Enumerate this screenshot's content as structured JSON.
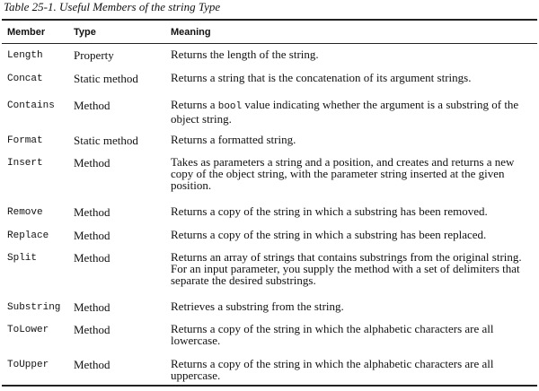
{
  "caption": "Table 25-1. Useful Members of the string Type",
  "headers": [
    "Member",
    "Type",
    "Meaning"
  ],
  "rows": [
    {
      "member": "Length",
      "type": "Property",
      "meaning": "Returns the length of the string."
    },
    {
      "member": "Concat",
      "type": "Static method",
      "meaning": "Returns a string that is the concatenation of its argument strings."
    },
    {
      "member": "Contains",
      "type": "Method",
      "meaning_pre": "Returns a ",
      "meaning_code": "bool",
      "meaning_post": " value indicating whether the argument is a substring of the object string."
    },
    {
      "member": "Format",
      "type": "Static method",
      "meaning": "Returns a formatted string."
    },
    {
      "member": "Insert",
      "type": "Method",
      "meaning": "Takes as parameters a string and a position, and creates and returns a new copy of the object string, with the parameter string inserted at the given position."
    },
    {
      "member": "Remove",
      "type": "Method",
      "meaning": "Returns a copy of the string in which a substring has been removed."
    },
    {
      "member": "Replace",
      "type": "Method",
      "meaning": "Returns a copy of the string in which a substring has been replaced."
    },
    {
      "member": "Split",
      "type": "Method",
      "meaning": "Returns an array of strings that contains substrings from the original string. For an input parameter, you supply the method with a set of delimiters that separate the desired substrings."
    },
    {
      "member": "Substring",
      "type": "Method",
      "meaning": "Retrieves a substring from the string."
    },
    {
      "member": "ToLower",
      "type": "Method",
      "meaning": "Returns a copy of the string in which the alphabetic characters are all lowercase."
    },
    {
      "member": "ToUpper",
      "type": "Method",
      "meaning": "Returns a copy of the string in which the alphabetic characters are all uppercase."
    }
  ]
}
